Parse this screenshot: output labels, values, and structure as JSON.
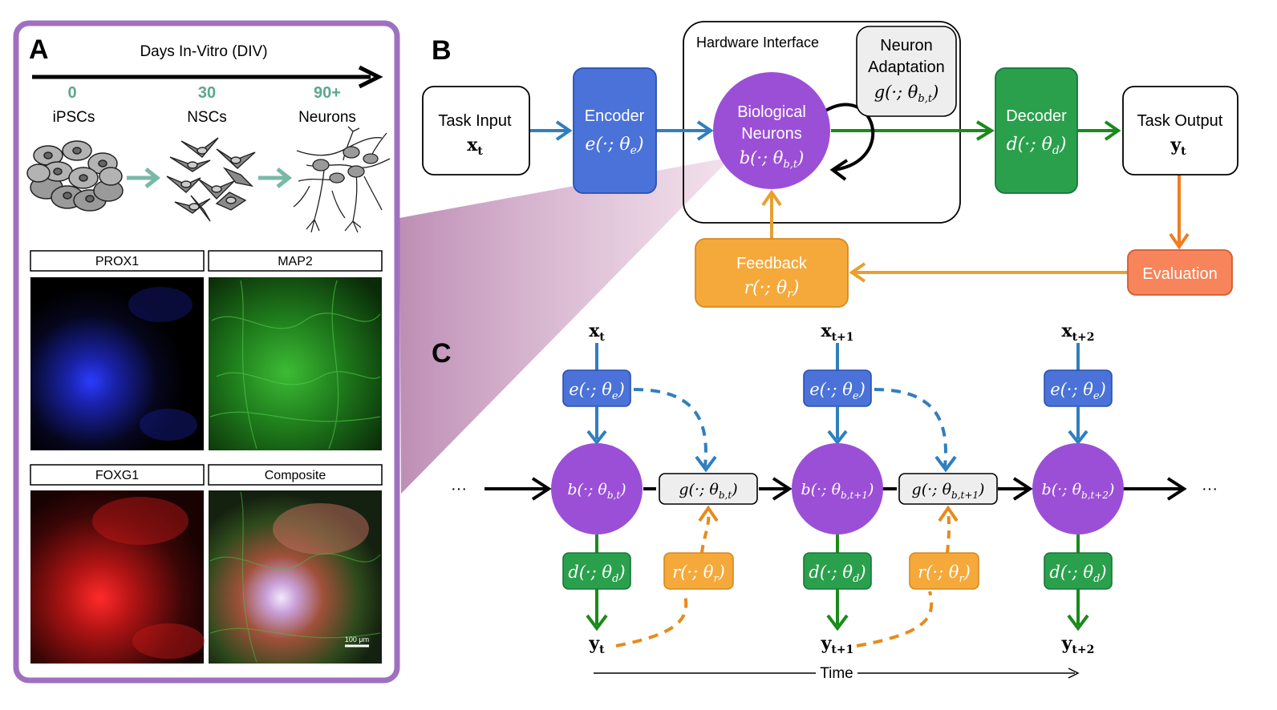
{
  "panel_a": {
    "letter": "A",
    "timeline_title": "Days In-Vitro (DIV)",
    "days": [
      "0",
      "30",
      "90+"
    ],
    "stages": [
      "iPSCs",
      "NSCs",
      "Neurons"
    ],
    "stains": [
      "PROX1",
      "MAP2",
      "FOXG1",
      "Composite"
    ],
    "scale_bar": "100 μm",
    "colors": {
      "frame": "#a070c0",
      "day_number": "#5aa88c",
      "stage_arrow": "#7ab8a8"
    }
  },
  "panel_b": {
    "letter": "B",
    "hardware_interface": "Hardware Interface",
    "task_input": {
      "line1": "Task Input",
      "line2": "x",
      "sub": "t"
    },
    "encoder": {
      "line1": "Encoder",
      "line2": "e(·; θ",
      "sub": "e",
      "close": ")"
    },
    "bio": {
      "line1": "Biological",
      "line2": "Neurons",
      "line3": "b(·; θ",
      "sub": "b,t",
      "close": ")"
    },
    "adaptation": {
      "line1": "Neuron",
      "line2": "Adaptation",
      "line3": "g(·; θ",
      "sub": "b,t",
      "close": ")"
    },
    "decoder": {
      "line1": "Decoder",
      "line2": "d(·; θ",
      "sub": "d",
      "close": ")"
    },
    "task_output": {
      "line1": "Task Output",
      "line2": "y",
      "sub": "t"
    },
    "evaluation": "Evaluation",
    "feedback": {
      "line1": "Feedback",
      "line2": "r(·; θ",
      "sub": "r",
      "close": ")"
    },
    "colors": {
      "encoder": "#4a72d8",
      "bio": "#9b4fd6",
      "decoder": "#2aa04c",
      "feedback": "#f5a93a",
      "evaluation": "#f7845a",
      "blue_arrow": "#2f7fbf",
      "green_arrow": "#1b8a1b",
      "orange_arrow": "#e88a1a"
    }
  },
  "panel_c": {
    "letter": "C",
    "ellipsis": "···",
    "time_label": "Time",
    "x_labels": [
      {
        "base": "x",
        "sub": "t"
      },
      {
        "base": "x",
        "sub": "t+1"
      },
      {
        "base": "x",
        "sub": "t+2"
      }
    ],
    "y_labels": [
      {
        "base": "y",
        "sub": "t"
      },
      {
        "base": "y",
        "sub": "t+1"
      },
      {
        "base": "y",
        "sub": "t+2"
      }
    ],
    "encoder": {
      "pre": "e(·; θ",
      "sub": "e",
      "close": ")"
    },
    "decoder": {
      "pre": "d(·; θ",
      "sub": "d",
      "close": ")"
    },
    "reward": {
      "pre": "r(·; θ",
      "sub": "r",
      "close": ")"
    },
    "bio": [
      {
        "pre": "b(·; θ",
        "sub": "b,t",
        "close": ")"
      },
      {
        "pre": "b(·; θ",
        "sub": "b,t+1",
        "close": ")"
      },
      {
        "pre": "b(·; θ",
        "sub": "b,t+2",
        "close": ")"
      }
    ],
    "adapt": [
      {
        "pre": "g(·; θ",
        "sub": "b,t",
        "close": ")"
      },
      {
        "pre": "g(·; θ",
        "sub": "b,t+1",
        "close": ")"
      }
    ]
  }
}
